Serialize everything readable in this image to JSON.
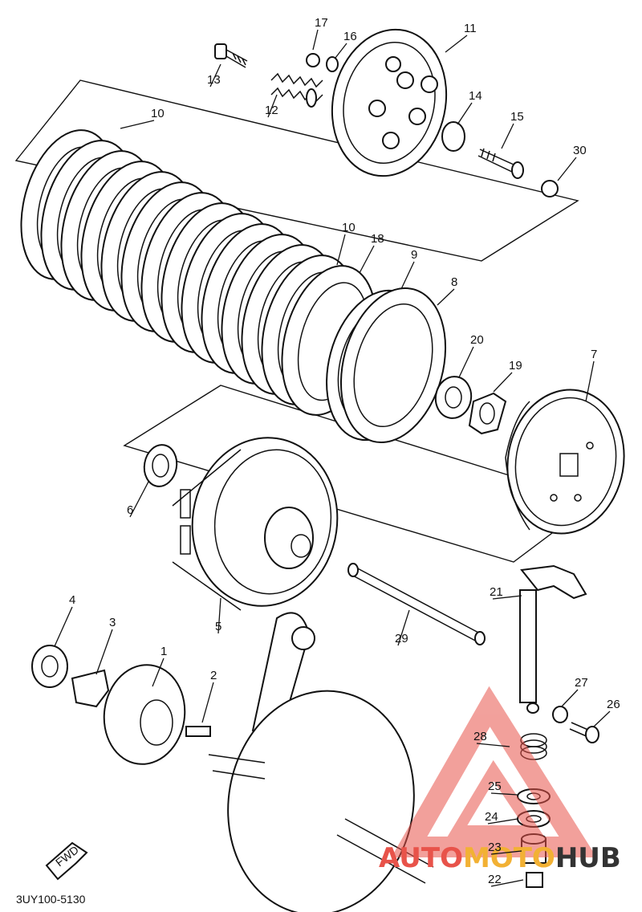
{
  "diagram": {
    "callouts": [
      "1",
      "2",
      "3",
      "4",
      "5",
      "6",
      "7",
      "8",
      "9",
      "10",
      "10",
      "11",
      "12",
      "13",
      "14",
      "15",
      "16",
      "17",
      "18",
      "19",
      "20",
      "21",
      "22",
      "23",
      "24",
      "25",
      "26",
      "27",
      "28",
      "29",
      "30"
    ],
    "part_code": "3UY100-5130",
    "fwd_label": "FWD",
    "watermark": {
      "part1": "AUTO",
      "part2": "MOTO",
      "part3": "HUB",
      "color_primary": "#e8534a",
      "color_secondary": "#f2b134",
      "color_text_dark": "#333333"
    }
  }
}
